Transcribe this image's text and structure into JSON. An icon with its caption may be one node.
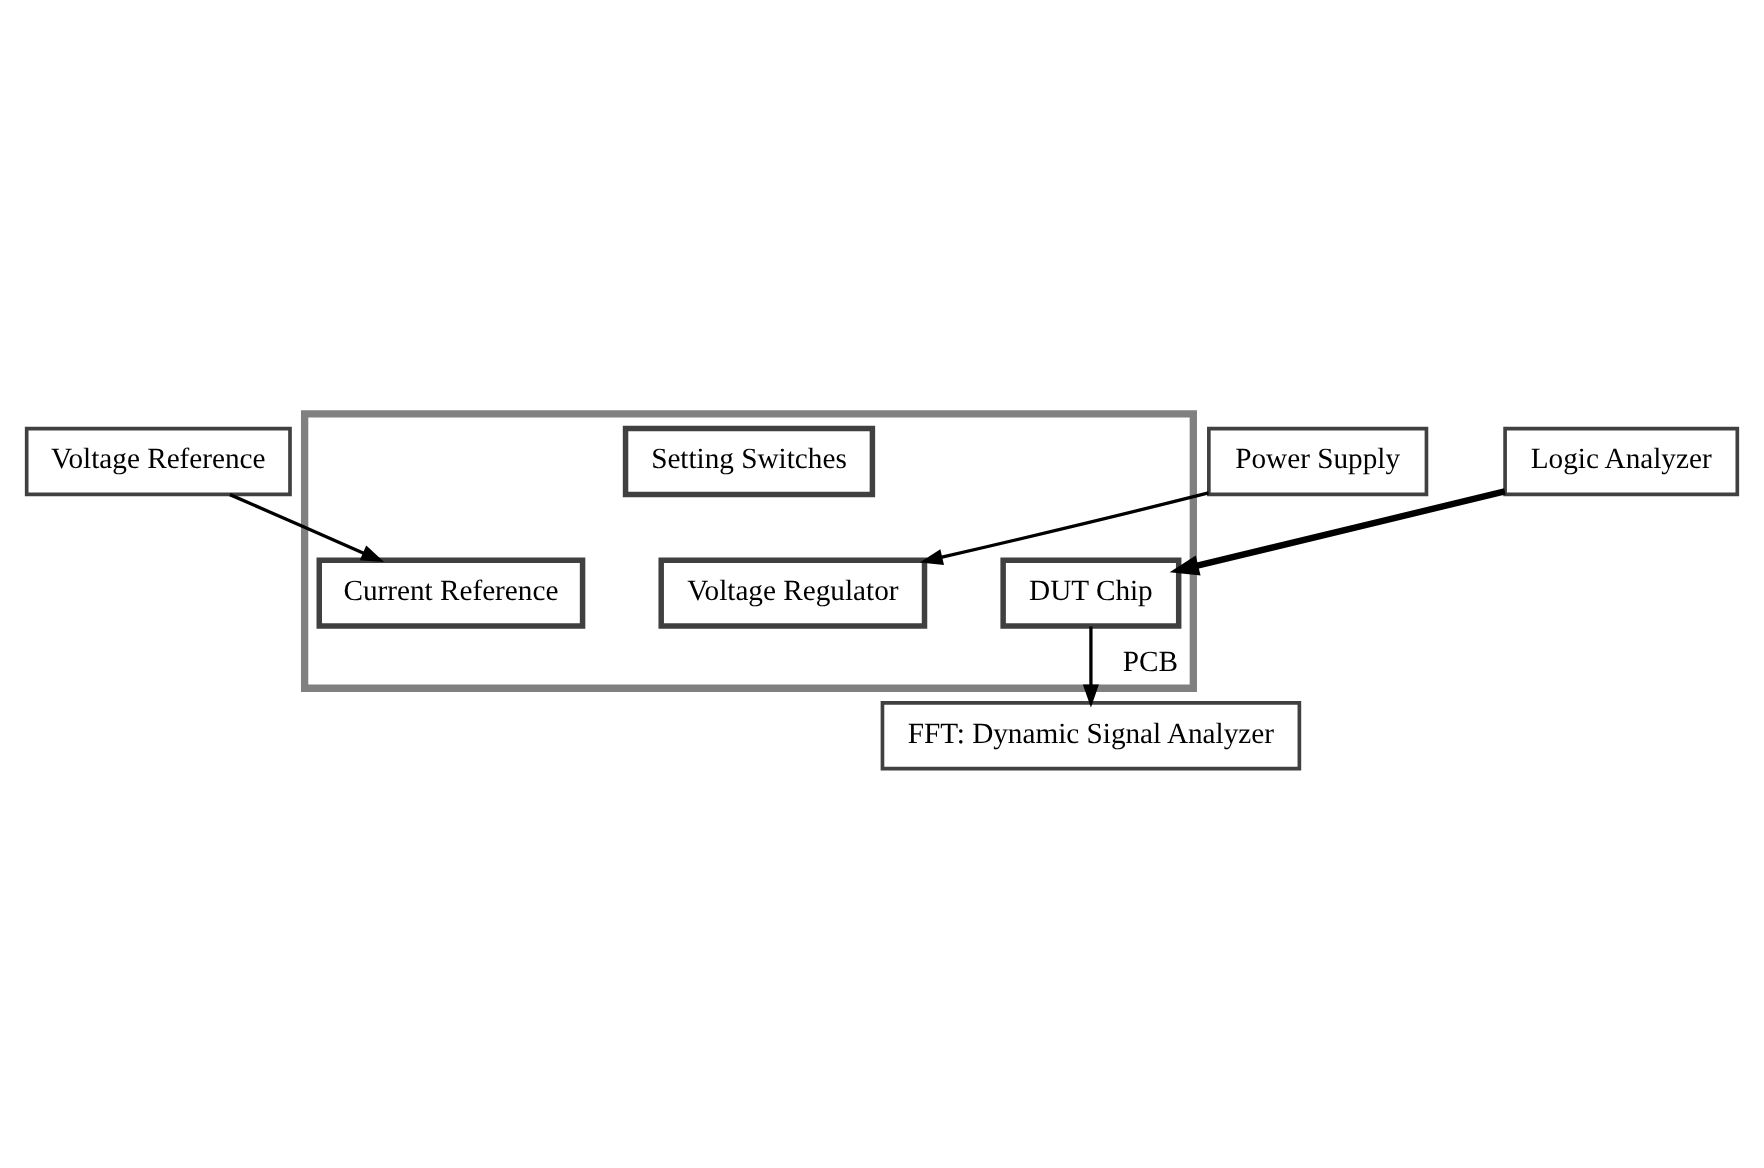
{
  "diagram": {
    "nodes": [
      {
        "text": [
          "Voltage Reference"
        ]
      },
      {
        "text": [
          "Power Supply"
        ]
      },
      {
        "text": [
          "PCB"
        ]
      },
      {
        "text": [
          "Current Reference"
        ],
        "in": 2
      },
      {
        "text": [
          "Voltage Regulator"
        ],
        "in": 2
      },
      {
        "text": [
          "Logic Analyzer"
        ]
      },
      {
        "text": [
          "DUT Chip"
        ],
        "in": 2
      },
      {
        "text": [
          "FFT: Dynamic Signal Analyzer"
        ]
      },
      {
        "text": [
          "Setting Switches"
        ],
        "in": 2
      }
    ],
    "edges": [
      {
        "from": 0,
        "to": 3,
        "arrow": "to"
      },
      {
        "from": 1,
        "to": 4,
        "arrow": "to"
      },
      {
        "from": 5,
        "to": 6,
        "arrow": "to",
        "style": "thick"
      },
      {
        "from": 6,
        "to": 7,
        "arrow": "to"
      }
    ]
  }
}
